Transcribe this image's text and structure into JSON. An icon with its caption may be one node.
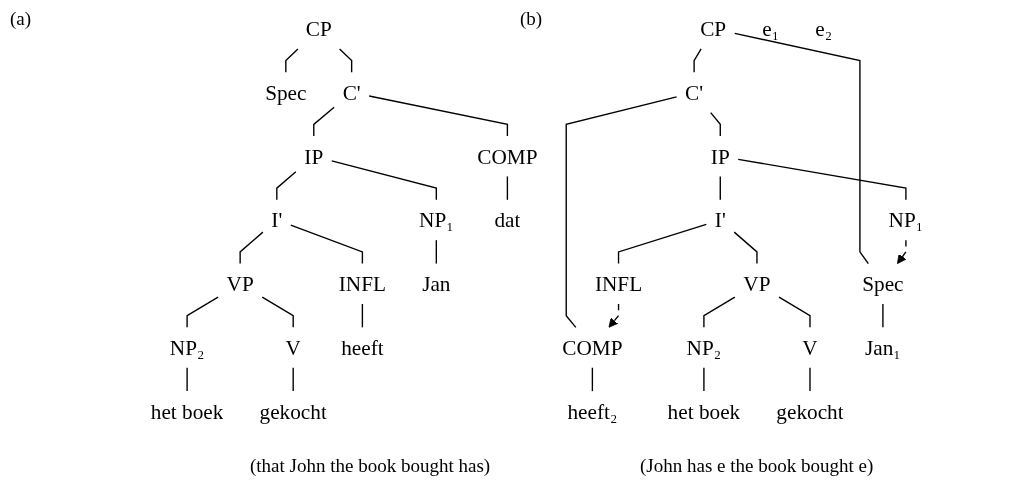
{
  "diagram": {
    "nodes": [
      {
        "text": [
          "CP"
        ]
      },
      {
        "text": [
          "Spec"
        ]
      },
      {
        "text": [
          "C'"
        ]
      },
      {
        "text": [
          "COMP"
        ]
      },
      {
        "text": [
          "IP"
        ]
      },
      {
        "text": [
          "NP₁"
        ]
      },
      {
        "text": [
          "I'"
        ]
      },
      {
        "text": [
          "VP"
        ]
      },
      {
        "text": [
          "INFL"
        ]
      },
      {
        "text": [
          "NP₂"
        ]
      },
      {
        "text": [
          "V"
        ]
      },
      {
        "text": [
          "dat"
        ]
      },
      {
        "text": [
          "Jan"
        ]
      },
      {
        "text": [
          "het boek"
        ]
      },
      {
        "text": [
          "gekocht"
        ]
      },
      {
        "text": [
          "heeft"
        ]
      },
      {
        "text": [
          "CP"
        ]
      },
      {
        "text": [
          "Spec"
        ]
      },
      {
        "text": [
          "C'"
        ]
      },
      {
        "text": [
          "COMP"
        ]
      },
      {
        "text": [
          "IP"
        ]
      },
      {
        "text": [
          "NP₁"
        ]
      },
      {
        "text": [
          "I'"
        ]
      },
      {
        "text": [
          "VP"
        ]
      },
      {
        "text": [
          "INFL"
        ]
      },
      {
        "text": [
          "NP₂"
        ]
      },
      {
        "text": [
          "V"
        ]
      },
      {
        "text": [
          "Jan₁"
        ]
      },
      {
        "text": [
          "heeft₂"
        ]
      },
      {
        "text": [
          "e₁"
        ]
      },
      {
        "text": [
          "het boek"
        ]
      },
      {
        "text": [
          "gekocht"
        ]
      },
      {
        "text": [
          "e₂"
        ]
      }
    ],
    "edges": [
      {
        "from": 0,
        "to": 1,
        "arrow": "none"
      },
      {
        "from": 0,
        "to": 2,
        "arrow": "none"
      },
      {
        "from": 2,
        "to": 3,
        "arrow": "none"
      },
      {
        "from": 2,
        "to": 4,
        "arrow": "none"
      },
      {
        "from": 4,
        "to": 5,
        "arrow": "none"
      },
      {
        "from": 4,
        "to": 6,
        "arrow": "none"
      },
      {
        "from": 6,
        "to": 7,
        "arrow": "none"
      },
      {
        "from": 6,
        "to": 8,
        "arrow": "none"
      },
      {
        "from": 7,
        "to": 9,
        "arrow": "none"
      },
      {
        "from": 7,
        "to": 10,
        "arrow": "none"
      },
      {
        "from": 3,
        "to": 11,
        "arrow": "none"
      },
      {
        "from": 5,
        "to": 12,
        "arrow": "none"
      },
      {
        "from": 9,
        "to": 13,
        "arrow": "none"
      },
      {
        "from": 10,
        "to": 14,
        "arrow": "none"
      },
      {
        "from": 8,
        "to": 15,
        "arrow": "none"
      },
      {
        "from": 16,
        "to": 17,
        "arrow": "none"
      },
      {
        "from": 16,
        "to": 18,
        "arrow": "none"
      },
      {
        "from": 18,
        "to": 19,
        "arrow": "none"
      },
      {
        "from": 18,
        "to": 20,
        "arrow": "none"
      },
      {
        "from": 20,
        "to": 21,
        "arrow": "none"
      },
      {
        "from": 20,
        "to": 22,
        "arrow": "none"
      },
      {
        "from": 22,
        "to": 23,
        "arrow": "none"
      },
      {
        "from": 22,
        "to": 24,
        "arrow": "none"
      },
      {
        "from": 23,
        "to": 25,
        "arrow": "none"
      },
      {
        "from": 23,
        "to": 26,
        "arrow": "none"
      },
      {
        "from": 17,
        "to": 27,
        "arrow": "none"
      },
      {
        "from": 19,
        "to": 28,
        "arrow": "none"
      },
      {
        "from": 25,
        "to": 30,
        "arrow": "none"
      },
      {
        "from": 26,
        "to": 31,
        "arrow": "none"
      },
      {
        "from": 21,
        "to": 17,
        "arrow": "to",
        "style": "dashed"
      },
      {
        "from": 24,
        "to": 19,
        "arrow": "to",
        "style": "dashed"
      }
    ],
    "labels": [
      "(a)",
      "(b)",
      "(that John the book bought has)",
      "(John has e the book bought e)"
    ]
  }
}
